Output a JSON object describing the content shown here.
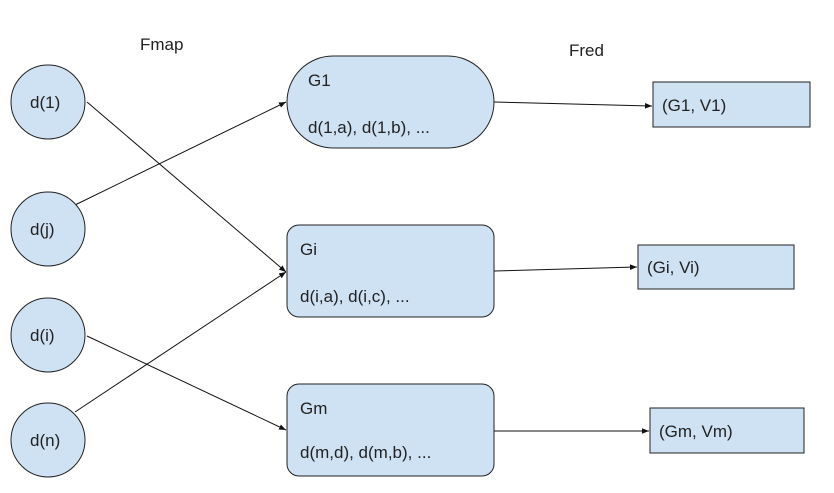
{
  "headers": {
    "map": "Fmap",
    "reduce": "Fred"
  },
  "inputs": [
    {
      "id": "d1",
      "label": "d(1)"
    },
    {
      "id": "dj",
      "label": "d(j)"
    },
    {
      "id": "di",
      "label": "d(i)"
    },
    {
      "id": "dn",
      "label": "d(n)"
    }
  ],
  "groups": [
    {
      "id": "G1",
      "title": "G1",
      "items": "d(1,a), d(1,b), ..."
    },
    {
      "id": "Gi",
      "title": "Gi",
      "items": "d(i,a), d(i,c), ..."
    },
    {
      "id": "Gm",
      "title": "Gm",
      "items": "d(m,d), d(m,b), ..."
    }
  ],
  "outputs": [
    {
      "id": "oG1",
      "label": "(G1, V1)"
    },
    {
      "id": "oGi",
      "label": "(Gi, Vi)"
    },
    {
      "id": "oGm",
      "label": "(Gm, Vm)"
    }
  ],
  "edges": [
    {
      "from": "d1",
      "to": "Gi"
    },
    {
      "from": "dj",
      "to": "G1"
    },
    {
      "from": "di",
      "to": "Gm"
    },
    {
      "from": "dn",
      "to": "Gi"
    },
    {
      "from": "G1",
      "to": "oG1"
    },
    {
      "from": "Gi",
      "to": "oGi"
    },
    {
      "from": "Gm",
      "to": "oGm"
    }
  ],
  "colors": {
    "node_fill": "#cfe2f3",
    "stroke": "#222222"
  }
}
